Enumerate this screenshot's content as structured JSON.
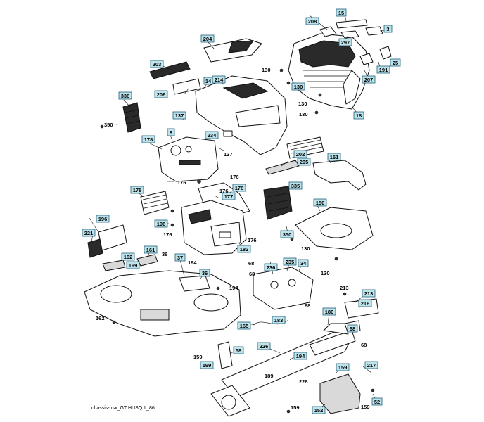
{
  "caption": "chassis-hsx_GT HUSQ II_86",
  "boxed_callouts": [
    "15",
    "208",
    "3",
    "297",
    "204",
    "203",
    "214",
    "14",
    "206",
    "336",
    "137",
    "234",
    "8",
    "178",
    "202",
    "151",
    "205",
    "178",
    "176",
    "177",
    "335",
    "150",
    "196",
    "221",
    "196",
    "162",
    "161",
    "199",
    "37",
    "36",
    "235",
    "236",
    "34",
    "350",
    "182",
    "213",
    "216",
    "180",
    "165",
    "183",
    "68",
    "226",
    "58",
    "199",
    "194",
    "159",
    "217",
    "152",
    "52",
    "191",
    "207",
    "25",
    "130",
    "18"
  ],
  "plain_callouts": [
    "130",
    "130",
    "130",
    "350",
    "137",
    "176",
    "176",
    "176",
    "176",
    "176",
    "130",
    "130",
    "36",
    "194",
    "194",
    "68",
    "68",
    "68",
    "162",
    "213",
    "68",
    "159",
    "189",
    "228",
    "159",
    "159"
  ]
}
